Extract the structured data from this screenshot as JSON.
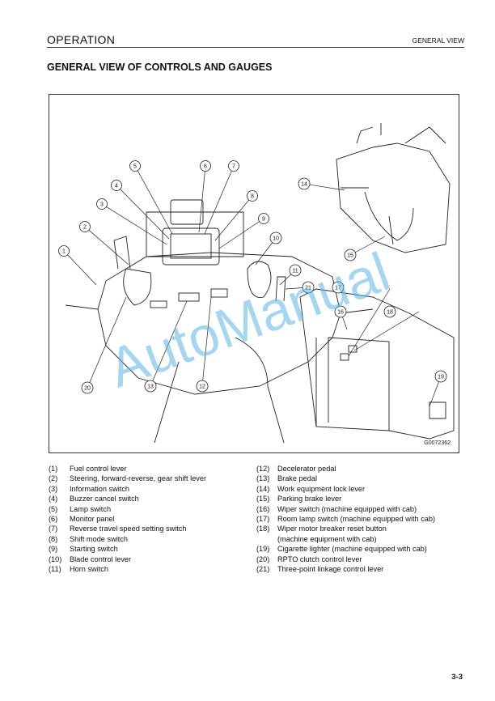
{
  "header": {
    "section": "OPERATION",
    "subsection": "GENERAL VIEW"
  },
  "title": "GENERAL VIEW OF CONTROLS AND GAUGES",
  "figure": {
    "code": "G0072362",
    "watermark": "AutoManual",
    "callouts": [
      "1",
      "2",
      "3",
      "4",
      "5",
      "6",
      "7",
      "8",
      "9",
      "10",
      "11",
      "12",
      "13",
      "14",
      "15",
      "16",
      "17",
      "18",
      "19",
      "20",
      "21"
    ]
  },
  "legend_left": [
    {
      "num": "(1)",
      "text": "Fuel control lever"
    },
    {
      "num": "(2)",
      "text": "Steering, forward-reverse, gear shift lever"
    },
    {
      "num": "(3)",
      "text": "Information switch"
    },
    {
      "num": "(4)",
      "text": "Buzzer cancel switch"
    },
    {
      "num": "(5)",
      "text": "Lamp switch"
    },
    {
      "num": "(6)",
      "text": "Monitor panel"
    },
    {
      "num": "(7)",
      "text": "Reverse travel speed setting switch"
    },
    {
      "num": "(8)",
      "text": "Shift mode switch"
    },
    {
      "num": "(9)",
      "text": "Starting switch"
    },
    {
      "num": "(10)",
      "text": "Blade control lever"
    },
    {
      "num": "(11)",
      "text": "Horn switch"
    }
  ],
  "legend_right": [
    {
      "num": "(12)",
      "text": "Decelerator pedal"
    },
    {
      "num": "(13)",
      "text": "Brake pedal"
    },
    {
      "num": "(14)",
      "text": "Work equipment lock lever"
    },
    {
      "num": "(15)",
      "text": "Parking brake lever"
    },
    {
      "num": "(16)",
      "text": "Wiper switch (machine equipped with cab)"
    },
    {
      "num": "(17)",
      "text": "Room lamp switch (machine equipped with cab)"
    },
    {
      "num": "(18)",
      "text": "Wiper motor breaker reset button"
    },
    {
      "num": "",
      "text": "(machine equipment with cab)"
    },
    {
      "num": "(19)",
      "text": "Cigarette lighter (machine equipped with cab)"
    },
    {
      "num": "(20)",
      "text": "RPTO clutch control lever"
    },
    {
      "num": "(21)",
      "text": "Three-point linkage control lever"
    }
  ],
  "page_number": "3-3"
}
